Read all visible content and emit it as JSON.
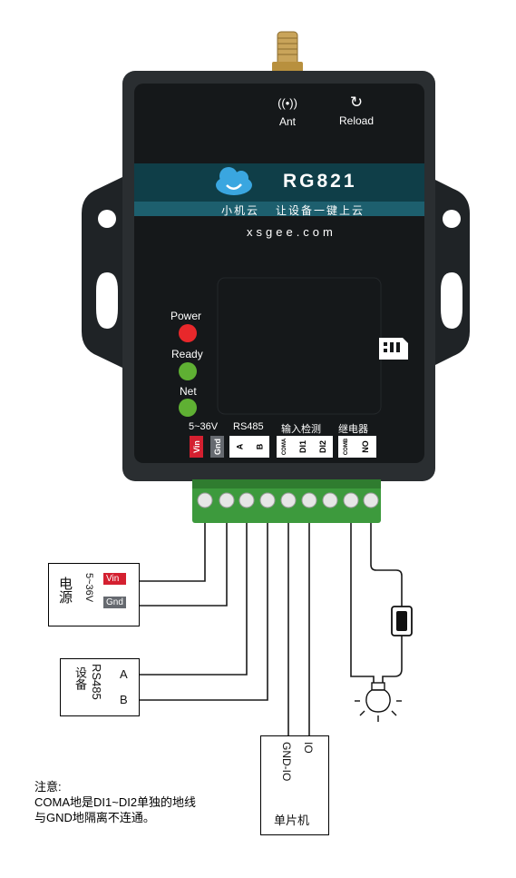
{
  "device": {
    "model": "RG821",
    "slogan_left": "小机云",
    "slogan_right": "让设备一键上云",
    "website": "xsgee.com",
    "ant_label": "Ant",
    "reload_label": "Reload",
    "leds": [
      {
        "label": "Power",
        "color": "#e8282b"
      },
      {
        "label": "Ready",
        "color": "#5fb033"
      },
      {
        "label": "Net",
        "color": "#5fb033"
      }
    ],
    "terminal_groups": [
      "5~36V",
      "RS485",
      "输入检测",
      "继电器"
    ],
    "terminals": [
      "Vin",
      "Gnd",
      "A",
      "B",
      "COMA",
      "DI1",
      "DI2",
      "COMB",
      "NO"
    ],
    "cloud_color": "#3aa6e0",
    "band_color": "#1d5f6e"
  },
  "power_box": {
    "title": "电源",
    "voltage": "5~36V",
    "vin": "Vin",
    "gnd": "Gnd"
  },
  "rs485_box": {
    "title_line1": "RS485",
    "title_line2": "设备",
    "a": "A",
    "b": "B"
  },
  "mcu_box": {
    "gnd_io": "GND-IO",
    "io": "IO",
    "title": "单片机"
  },
  "note": {
    "line1": "注意:",
    "line2": "COMA地是DI1~DI2单独的地线",
    "line3": "与GND地隔离不连通。"
  }
}
